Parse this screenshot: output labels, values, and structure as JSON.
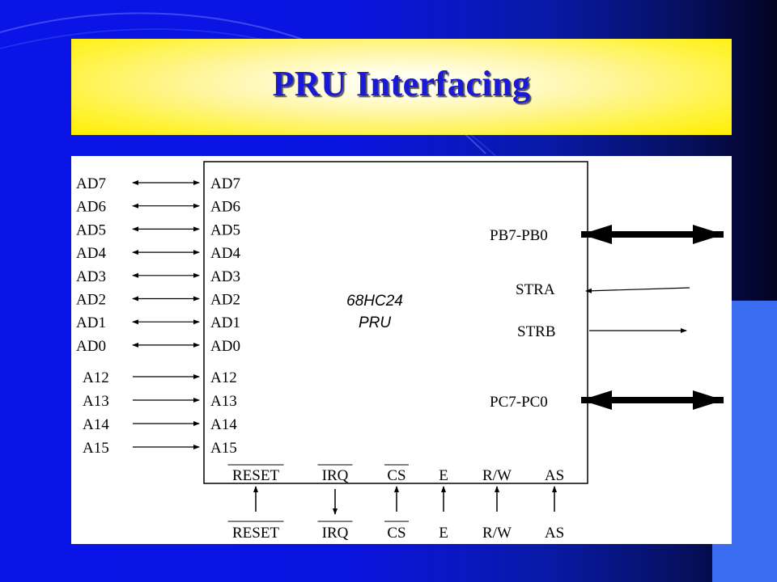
{
  "slide": {
    "title": "PRU Interfacing"
  },
  "diagram": {
    "chip_label_line1": "68HC24",
    "chip_label_line2": "PRU",
    "ad_pins": [
      "AD7",
      "AD6",
      "AD5",
      "AD4",
      "AD3",
      "AD2",
      "AD1",
      "AD0"
    ],
    "a_pins": [
      "A12",
      "A13",
      "A14",
      "A15"
    ],
    "right_pins": {
      "pb": "PB7-PB0",
      "stra": "STRA",
      "strb": "STRB",
      "pc": "PC7-PC0"
    },
    "bottom_pins": [
      "RESET",
      "IRQ",
      "CS",
      "E",
      "R/W",
      "AS"
    ]
  },
  "colors": {
    "title_text": "#1a1ad6",
    "band_yellow": "#fff33d",
    "background_blue": "#0a14e8"
  }
}
